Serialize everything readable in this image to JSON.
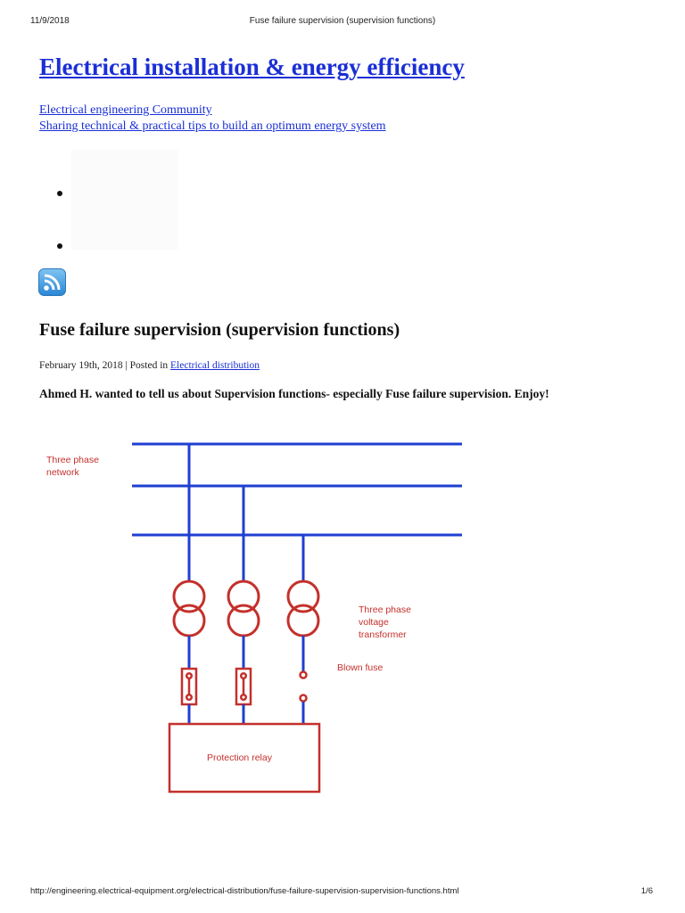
{
  "print_header": {
    "date": "11/9/2018",
    "title": "Fuse failure supervision (supervision functions)"
  },
  "site": {
    "title": "Electrical installation & energy efficiency",
    "tagline_1": "Electrical engineering Community",
    "tagline_2": "Sharing technical & practical tips to build an optimum energy system"
  },
  "icons": {
    "feed": "rss-icon"
  },
  "post": {
    "title": "Fuse failure supervision (supervision functions)",
    "date": "February 19th, 2018",
    "posted_in": "| Posted in",
    "category": "Electrical distribution",
    "intro": "Ahmed H. wanted to tell us about Supervision functions- especially Fuse failure supervision. Enjoy!"
  },
  "diagram": {
    "label_network_1": "Three phase",
    "label_network_2": "network",
    "label_vt_1": "Three phase",
    "label_vt_2": "voltage",
    "label_vt_3": "transformer",
    "label_blown_fuse": "Blown fuse",
    "label_relay": "Protection relay",
    "line_color": "#1f3fd1",
    "device_color": "#c4302b"
  },
  "print_footer": {
    "url": "http://engineering.electrical-equipment.org/electrical-distribution/fuse-failure-supervision-supervision-functions.html",
    "page": "1/6"
  }
}
